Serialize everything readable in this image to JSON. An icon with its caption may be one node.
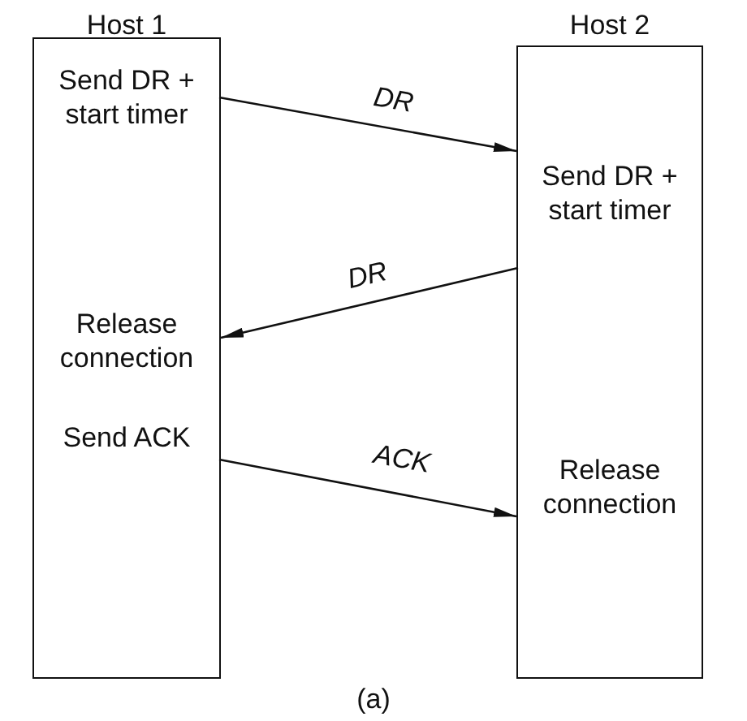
{
  "diagram": {
    "caption": "(a)",
    "nodes": [
      {
        "text": [
          "Host 1"
        ]
      },
      {
        "text": [
          "Send DR + start timer"
        ],
        "in": 0
      },
      {
        "text": [
          "Release connection"
        ],
        "in": 0
      },
      {
        "text": [
          "Send ACK"
        ],
        "in": 0
      },
      {
        "text": [
          "Host 2"
        ]
      },
      {
        "text": [
          "Send DR + start timer"
        ],
        "in": 4
      },
      {
        "text": [
          "Release connection"
        ],
        "in": 4
      }
    ],
    "edges": [
      {
        "from": 1,
        "to": 4,
        "arrow": "to",
        "label": "DR"
      },
      {
        "from": 5,
        "to": 0,
        "arrow": "to",
        "label": "DR"
      },
      {
        "from": 3,
        "to": 4,
        "arrow": "to",
        "label": "ACK"
      }
    ]
  }
}
